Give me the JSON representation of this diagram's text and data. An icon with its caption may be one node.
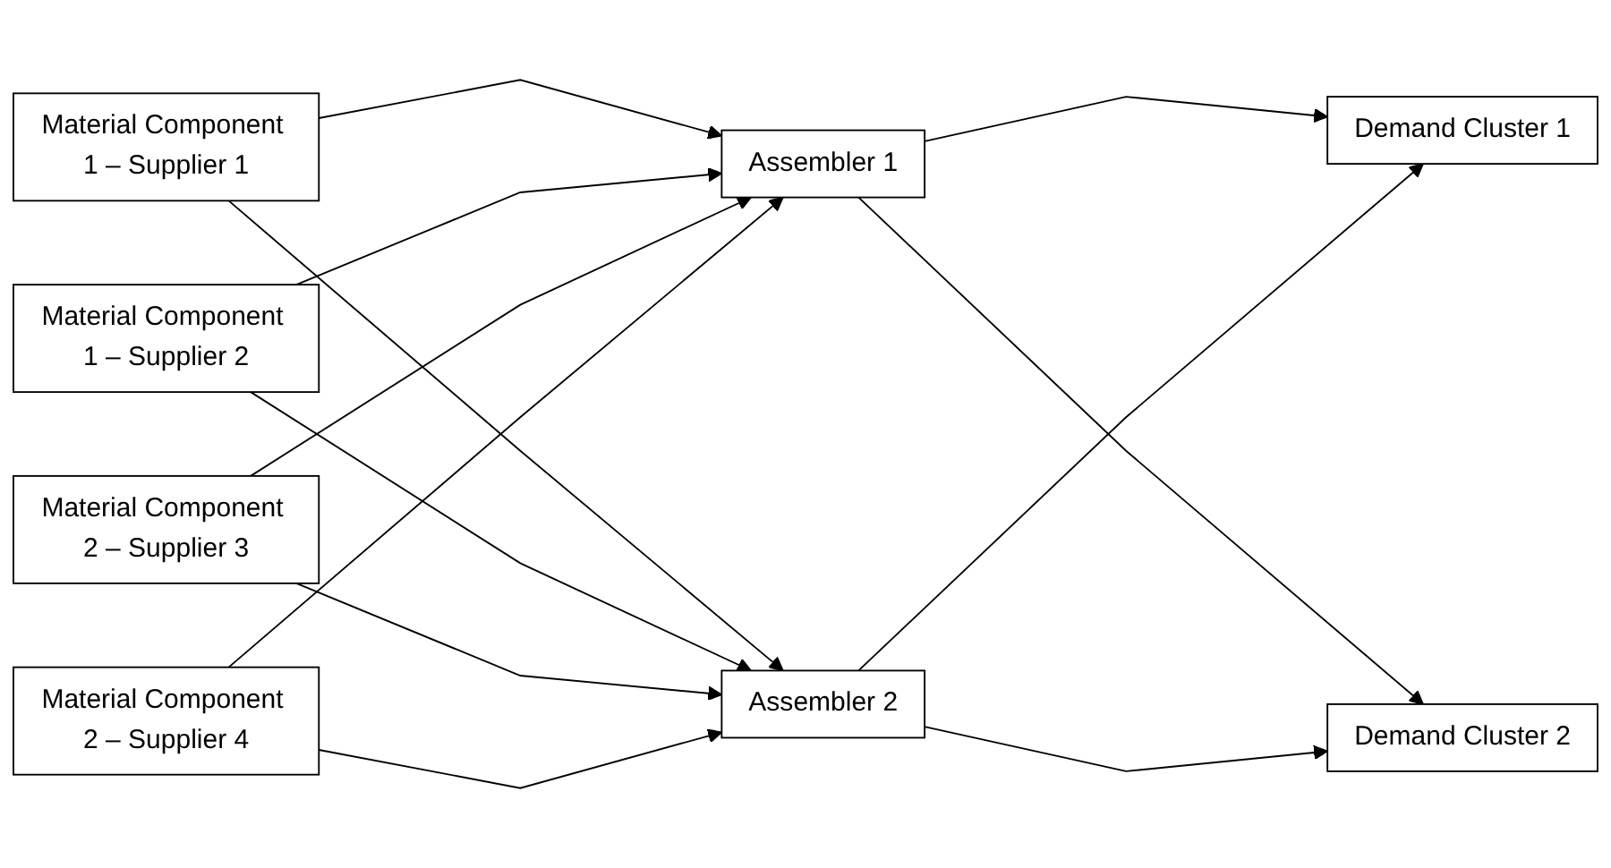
{
  "diagram": {
    "nodes": [
      {
        "text": [
          "Material Component 1 – Supplier 1"
        ]
      },
      {
        "text": [
          "Material Component 1 – Supplier 2"
        ]
      },
      {
        "text": [
          "Material Component 2 – Supplier 3"
        ]
      },
      {
        "text": [
          "Material Component 2 – Supplier 4"
        ]
      },
      {
        "text": [
          "Assembler 1"
        ]
      },
      {
        "text": [
          "Assembler 2"
        ]
      },
      {
        "text": [
          "Demand Cluster 1"
        ]
      },
      {
        "text": [
          "Demand Cluster 2"
        ]
      }
    ],
    "edges": [
      {
        "from": 0,
        "to": 4,
        "arrow": "to"
      },
      {
        "from": 0,
        "to": 5,
        "arrow": "to"
      },
      {
        "from": 1,
        "to": 4,
        "arrow": "to"
      },
      {
        "from": 1,
        "to": 5,
        "arrow": "to"
      },
      {
        "from": 2,
        "to": 4,
        "arrow": "to"
      },
      {
        "from": 2,
        "to": 5,
        "arrow": "to"
      },
      {
        "from": 3,
        "to": 4,
        "arrow": "to"
      },
      {
        "from": 3,
        "to": 5,
        "arrow": "to"
      },
      {
        "from": 4,
        "to": 6,
        "arrow": "to"
      },
      {
        "from": 4,
        "to": 7,
        "arrow": "to"
      },
      {
        "from": 5,
        "to": 6,
        "arrow": "to"
      },
      {
        "from": 5,
        "to": 7,
        "arrow": "to"
      }
    ]
  }
}
